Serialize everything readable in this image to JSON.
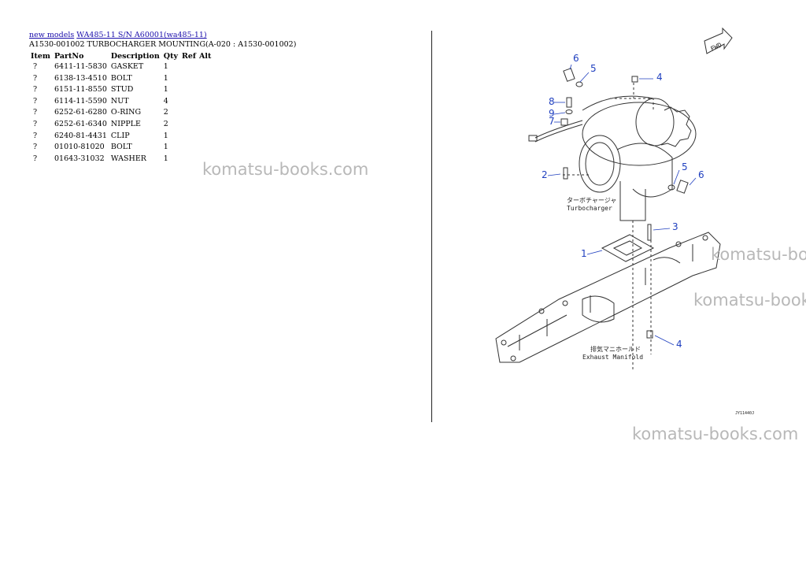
{
  "breadcrumb": {
    "link1": "new models",
    "link2": "WA485-11 S/N A60001(wa485-11)"
  },
  "subtitle": "A1530-001002 TURBOCHARGER MOUNTING(A-020 : A1530-001002)",
  "table": {
    "headers": [
      "Item",
      "PartNo",
      "Description",
      "Qty",
      "Ref",
      "Alt"
    ],
    "rows": [
      {
        "item": "?",
        "partno": "6411-11-5830",
        "desc": "GASKET",
        "qty": "1"
      },
      {
        "item": "?",
        "partno": "6138-13-4510",
        "desc": "BOLT",
        "qty": "1"
      },
      {
        "item": "?",
        "partno": "6151-11-8550",
        "desc": "STUD",
        "qty": "1"
      },
      {
        "item": "?",
        "partno": "6114-11-5590",
        "desc": "NUT",
        "qty": "4"
      },
      {
        "item": "?",
        "partno": "6252-61-6280",
        "desc": "O-RING",
        "qty": "2"
      },
      {
        "item": "?",
        "partno": "6252-61-6340",
        "desc": "NIPPLE",
        "qty": "2"
      },
      {
        "item": "?",
        "partno": "6240-81-4431",
        "desc": "CLIP",
        "qty": "1"
      },
      {
        "item": "?",
        "partno": "01010-81020",
        "desc": "BOLT",
        "qty": "1"
      },
      {
        "item": "?",
        "partno": "01643-31032",
        "desc": "WASHER",
        "qty": "1"
      }
    ]
  },
  "diagram": {
    "fwd": "FWD",
    "turbo_jp": "ターボチャージャ",
    "turbo_en": "Turbocharger",
    "manifold_jp": "排気マニホールド",
    "manifold_en": "Exhaust Manifold",
    "code": "JY11440J",
    "callouts": [
      "6",
      "5",
      "4",
      "8",
      "9",
      "7",
      "2",
      "5",
      "6",
      "3",
      "1",
      "4"
    ],
    "callout_color": "#1f3fbf"
  },
  "watermark": "komatsu-books.com"
}
